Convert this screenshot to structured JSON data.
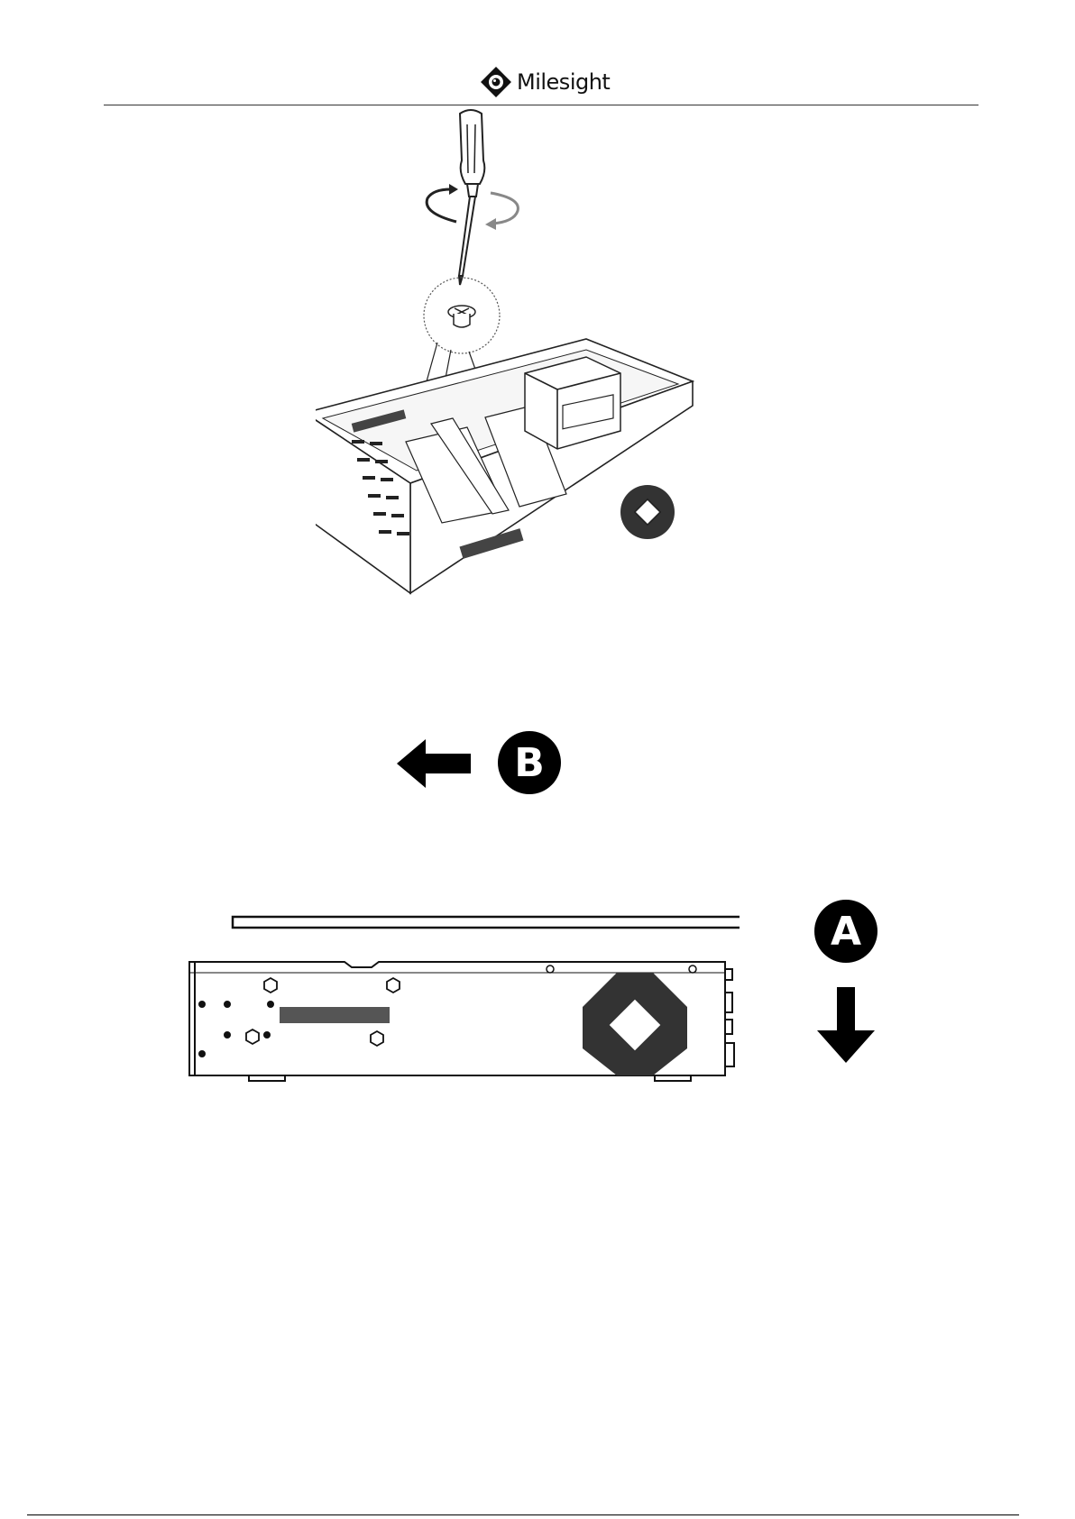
{
  "header": {
    "brand_name": "Milesight"
  },
  "labels": {
    "step_b": "B",
    "step_a": "A"
  },
  "colors": {
    "ink": "#000000",
    "line_gray": "#333333",
    "rotation_arrow_gray": "#888888"
  },
  "icons": {
    "logo": "milesight-logo-icon",
    "screwdriver": "screwdriver-icon",
    "screw": "screw-icon",
    "arrow_left": "arrow-left-icon",
    "arrow_down": "arrow-down-icon"
  }
}
